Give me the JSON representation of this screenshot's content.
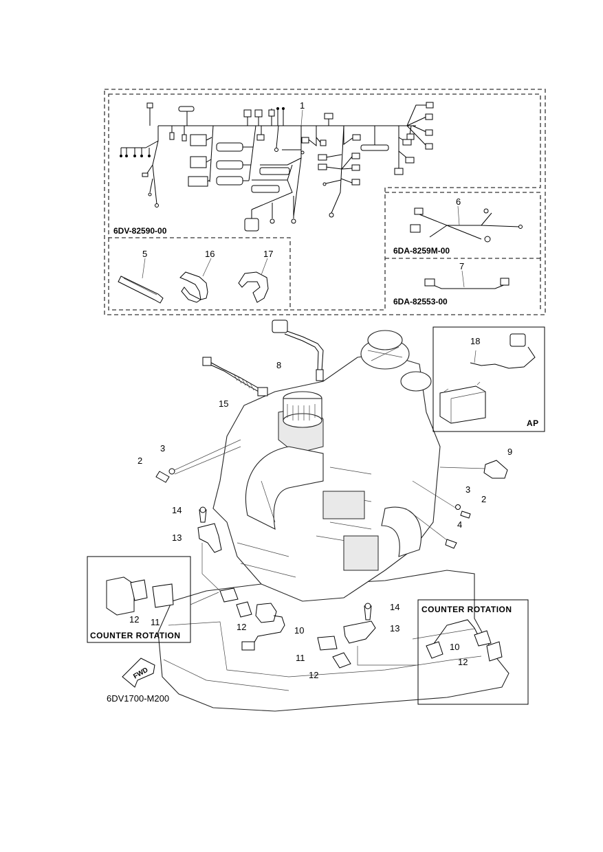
{
  "figure_code": "6DV1700-M200",
  "harness_codes": {
    "main": "6DV-82590-00",
    "sub_6": "6DA-8259M-00",
    "sub_7": "6DA-82553-00"
  },
  "inset_labels": {
    "ap": "AP",
    "counter_rotation_left": "COUNTER ROTATION",
    "counter_rotation_right": "COUNTER  ROTATION"
  },
  "fwd_label": "FWD",
  "callouts": {
    "c1": "1",
    "c5": "5",
    "c6": "6",
    "c7": "7",
    "c8": "8",
    "c9": "9",
    "c15": "15",
    "c16": "16",
    "c17": "17",
    "c18": "18",
    "c2a": "2",
    "c3a": "3",
    "c2b": "2",
    "c3b": "3",
    "c4": "4",
    "c14a": "14",
    "c13a": "13",
    "c12a": "12",
    "c11a": "11",
    "c12b": "12",
    "c10a": "10",
    "c14b": "14",
    "c13b": "13",
    "c11b": "11",
    "c12c": "12",
    "c10b": "10",
    "c12d": "12"
  }
}
